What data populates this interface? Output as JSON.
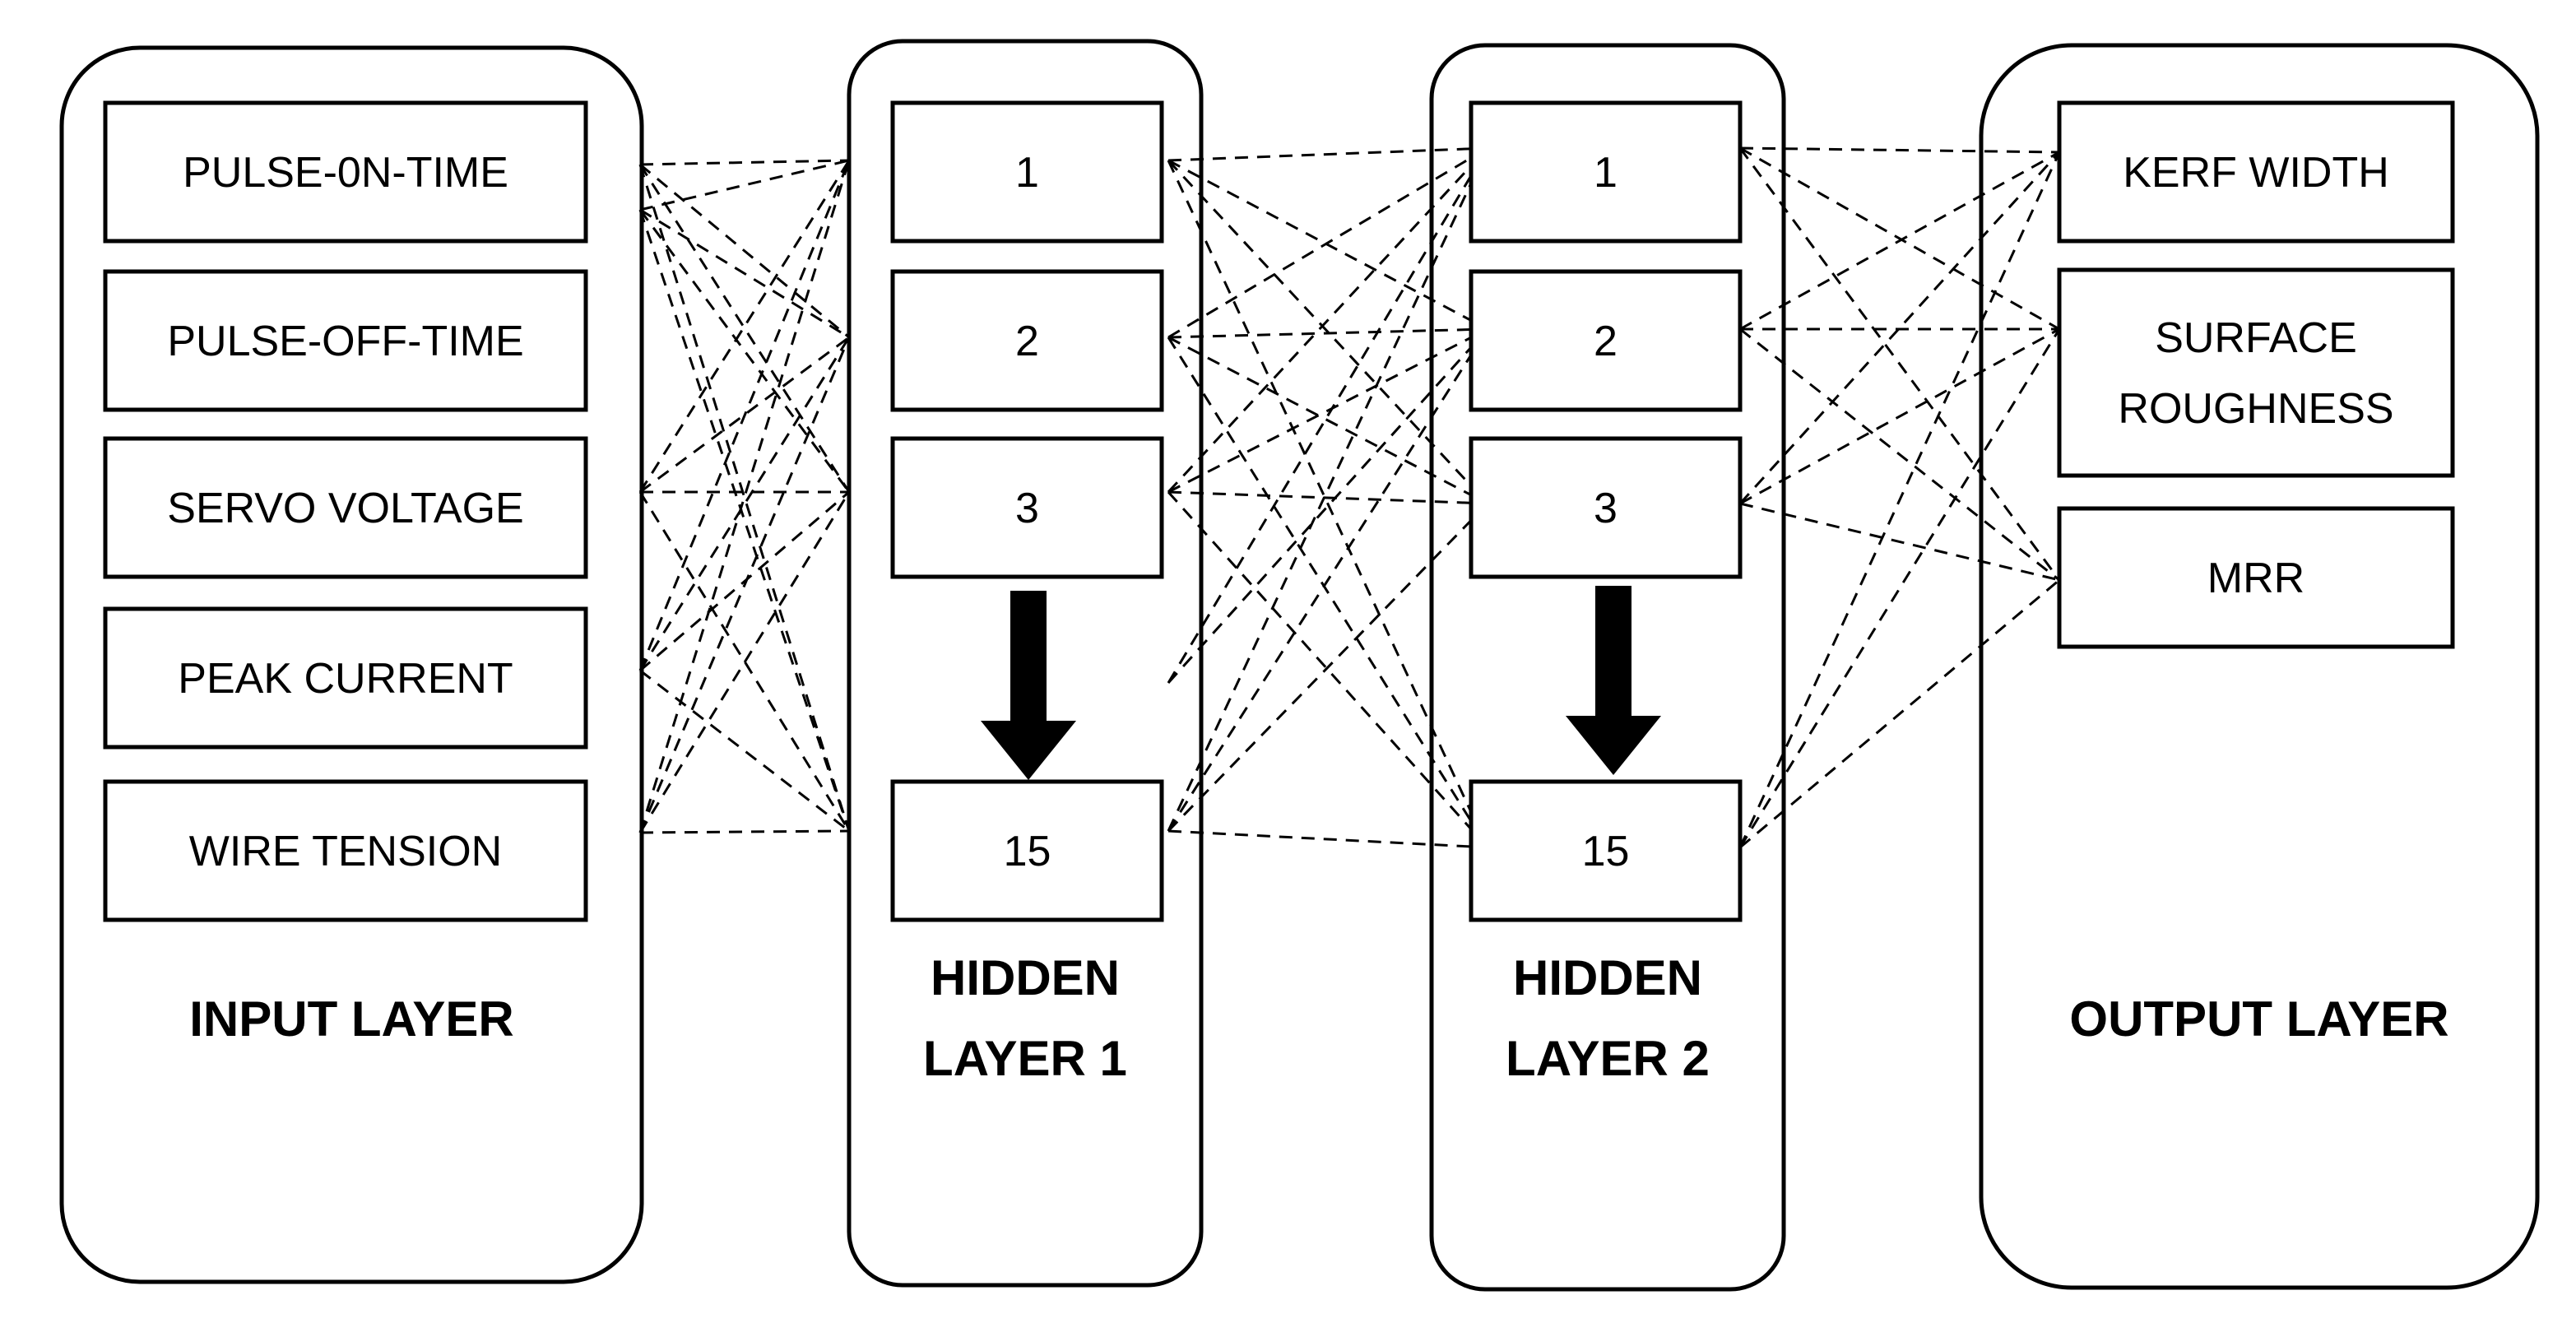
{
  "layers": {
    "input": {
      "label": [
        "INPUT LAYER"
      ],
      "nodes": [
        "PULSE-0N-TIME",
        "PULSE-OFF-TIME",
        "SERVO VOLTAGE",
        "PEAK CURRENT",
        "WIRE TENSION"
      ]
    },
    "hidden1": {
      "label": [
        "HIDDEN",
        "LAYER 1"
      ],
      "nodes": [
        "1",
        "2",
        "3",
        "15"
      ]
    },
    "hidden2": {
      "label": [
        "HIDDEN",
        "LAYER 2"
      ],
      "nodes": [
        "1",
        "2",
        "3",
        "15"
      ]
    },
    "output": {
      "label": [
        "OUTPUT LAYER"
      ],
      "nodes": [
        [
          "KERF WIDTH"
        ],
        [
          "SURFACE",
          "ROUGHNESS"
        ],
        [
          "MRR"
        ]
      ]
    }
  },
  "colors": {
    "stroke": "#000000",
    "background": "#ffffff"
  }
}
